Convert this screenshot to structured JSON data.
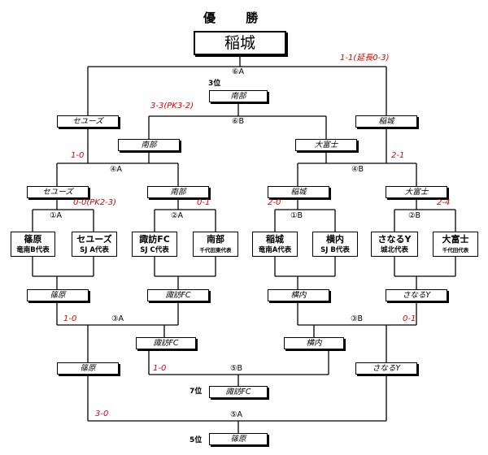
{
  "title": "優 勝",
  "champion": "稲城",
  "third_label": "3位",
  "third_team": "南部",
  "fifth_label": "5位",
  "fifth_team": "篠原",
  "seventh_label": "7位",
  "seventh_team": "諏訪FC",
  "first_round": [
    {
      "name": "篠原",
      "region": "竜南B代表"
    },
    {
      "name": "セユーズ",
      "region": "SJ A代表"
    },
    {
      "name": "諏訪FC",
      "region": "SJ C代表"
    },
    {
      "name": "南部",
      "region": "千代田東代表"
    },
    {
      "name": "稲城",
      "region": "竜南A代表"
    },
    {
      "name": "横内",
      "region": "SJ B代表"
    },
    {
      "name": "さなるY",
      "region": "城北代表"
    },
    {
      "name": "大富士",
      "region": "千代田代表"
    }
  ],
  "upper": {
    "r1_winners": [
      "セユーズ",
      "南部",
      "稲城",
      "大富士"
    ],
    "r2_winners": [
      "セユーズ",
      "南部",
      "大富士",
      "稲城"
    ]
  },
  "lower": {
    "r1_losers": [
      "篠原",
      "諏訪FC",
      "横内",
      "さなるY"
    ],
    "r2_winners": [
      "篠原",
      "諏訪FC",
      "横内",
      "さなるY"
    ]
  },
  "matches": {
    "m1a": "①A",
    "m1b": "①B",
    "m2a": "②A",
    "m2b": "②B",
    "m3a": "③A",
    "m3b": "③B",
    "m4a": "④A",
    "m4b": "④B",
    "m5a": "⑤A",
    "m5b": "⑤B",
    "m6a": "⑥A",
    "m6b": "⑥B"
  },
  "scores": {
    "final": "1-1(延長0-3)",
    "third": "3-3(PK3-2)",
    "m4a": "1-0",
    "m4b": "2-1",
    "m1a": "0-0(PK2-3)",
    "m2a": "0-1",
    "m1b": "2-0",
    "m2b": "2-4",
    "m3a": "1-0",
    "m3b": "0-1",
    "m5b": "1-0",
    "m5a": "3-0"
  },
  "line_color": "#000000",
  "score_color": "#e00000"
}
